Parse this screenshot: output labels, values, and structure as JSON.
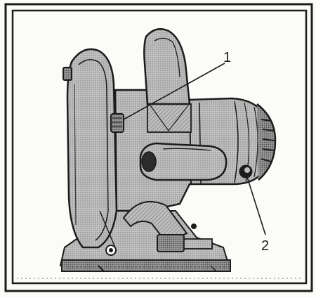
{
  "figure": {
    "callouts": [
      {
        "id": "1",
        "text": "1"
      },
      {
        "id": "2",
        "text": "2"
      }
    ],
    "colors": {
      "paper": "#fbfbf8",
      "ink": "#1c1c1c",
      "shade_light": "#b8b8b8",
      "shade_mid": "#8e8e8e",
      "shade_dark": "#5a5a5a",
      "fill_base": "#9a9a9a"
    }
  }
}
